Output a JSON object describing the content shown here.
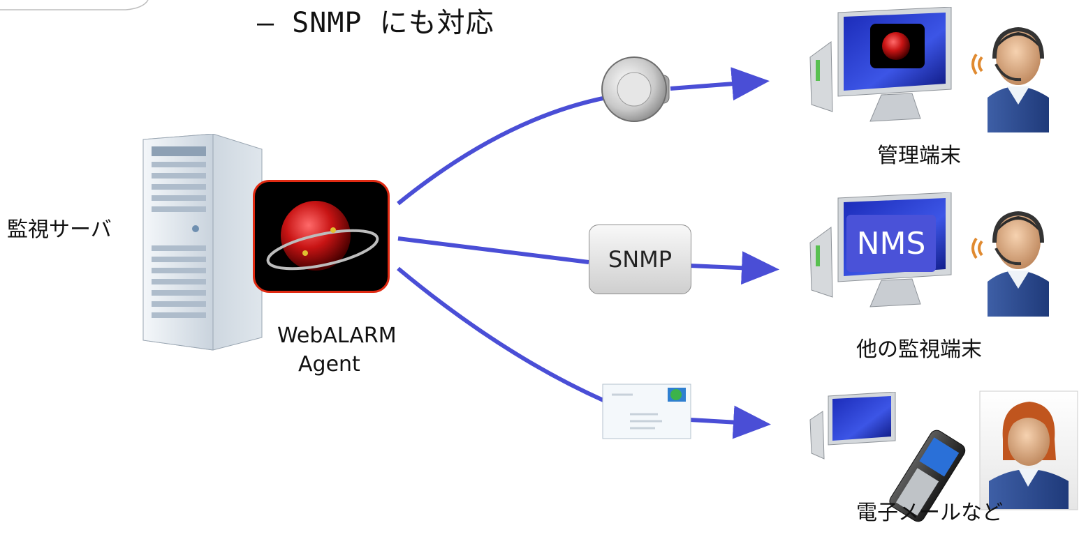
{
  "heading": "– SNMP にも対応",
  "server_label": "監視サーバ",
  "agent_label_line1": "WebALARM",
  "agent_label_line2": "Agent",
  "snmp_box_label": "SNMP",
  "nms_label": "NMS",
  "target_top_label": "管理端末",
  "target_middle_label": "他の監視端末",
  "target_bottom_label": "電子メールなど",
  "colors": {
    "arrow": "#4a4ed6",
    "agent_border": "#e02a12",
    "sphere": "#c81414",
    "screen_blue": "#2a3ccf"
  },
  "icons": [
    "server-tower-icon",
    "webalarm-agent-icon",
    "speaker-icon",
    "envelope-icon",
    "monitor-icon",
    "operator-headset-icon",
    "mobile-phone-icon",
    "user-avatar-icon"
  ]
}
